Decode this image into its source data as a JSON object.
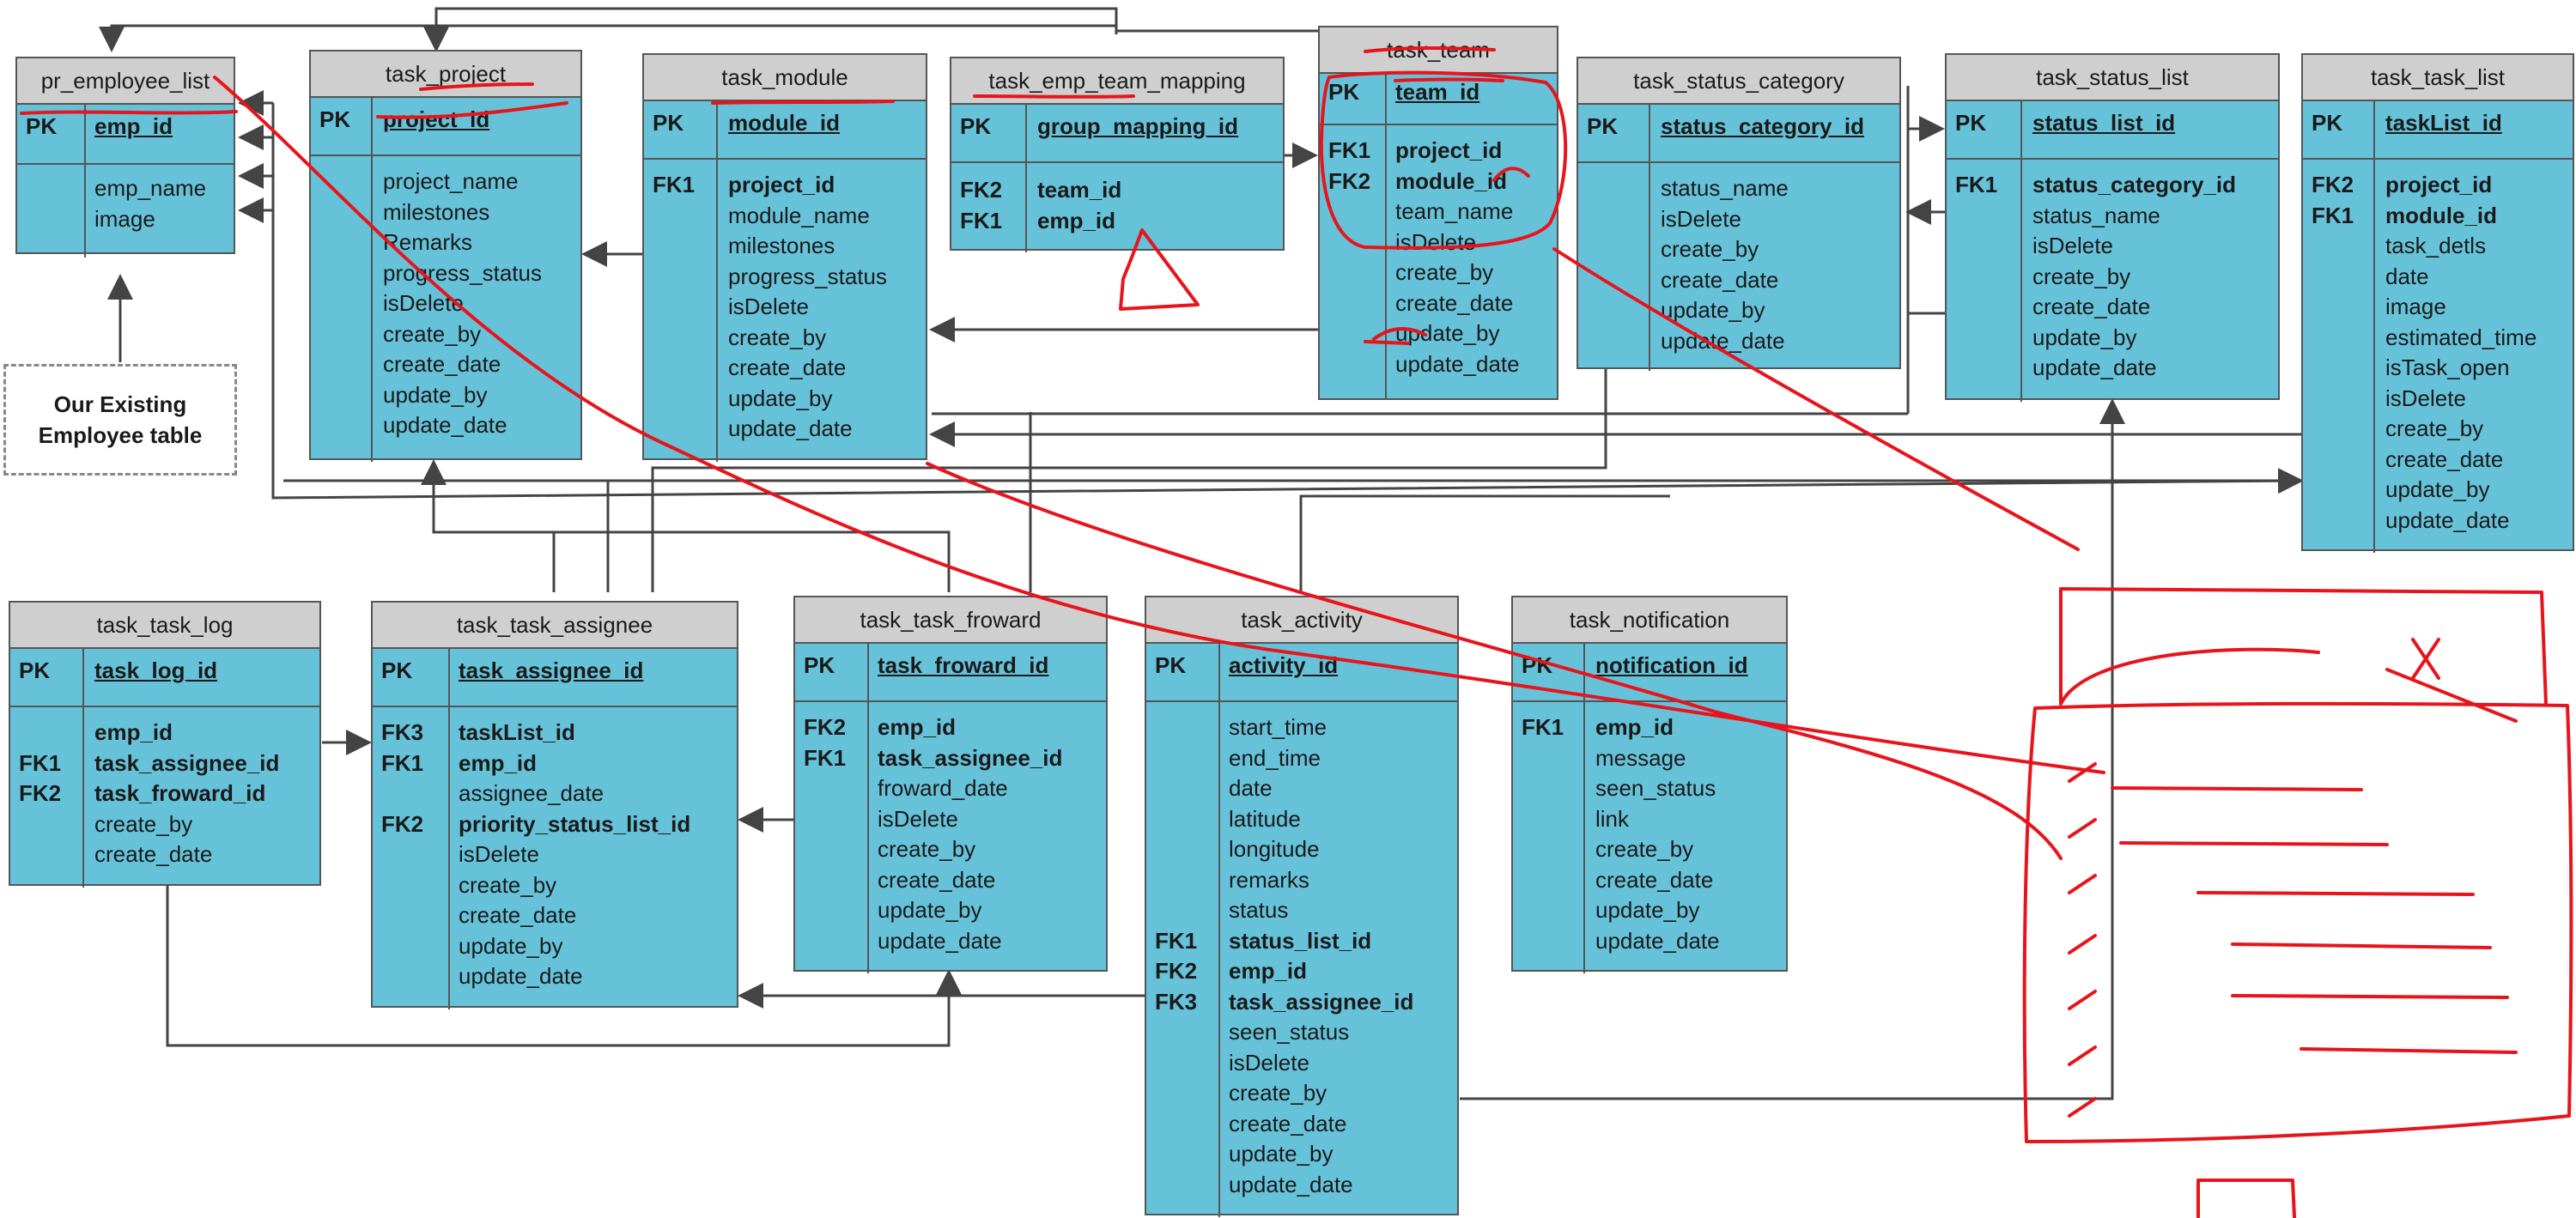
{
  "note": {
    "line1": "Our Existing",
    "line2": "Employee table"
  },
  "tables": {
    "pr_employee_list": {
      "title": "pr_employee_list",
      "pk": "PK",
      "pk_field": "emp_id",
      "fields": [
        "emp_name",
        "image"
      ]
    },
    "task_project": {
      "title": "task_project",
      "pk": "PK",
      "pk_field": "project_id",
      "fields": [
        "project_name",
        "milestones",
        "Remarks",
        "progress_status",
        "isDelete",
        "create_by",
        "create_date",
        "update_by",
        "update_date"
      ]
    },
    "task_module": {
      "title": "task_module",
      "pk": "PK",
      "pk_field": "module_id",
      "fk1_key": "FK1",
      "fk1_field": "project_id",
      "fields": [
        "module_name",
        "milestones",
        "progress_status",
        "isDelete",
        "create_by",
        "create_date",
        "update_by",
        "update_date"
      ]
    },
    "task_emp_team_mapping": {
      "title": "task_emp_team_mapping",
      "pk": "PK",
      "pk_field": "group_mapping_id",
      "fk2_key": "FK2",
      "fk2_field": "team_id",
      "fk1_key": "FK1",
      "fk1_field": "emp_id"
    },
    "task_team": {
      "title": "task_team",
      "pk": "PK",
      "pk_field": "team_id",
      "fk1_key": "FK1",
      "fk1_field": "project_id",
      "fk2_key": "FK2",
      "fk2_field": "module_id",
      "fields": [
        "team_name",
        "isDelete",
        "create_by",
        "create_date",
        "update_by",
        "update_date"
      ]
    },
    "task_status_category": {
      "title": "task_status_category",
      "pk": "PK",
      "pk_field": "status_category_id",
      "fields": [
        "status_name",
        "isDelete",
        "create_by",
        "create_date",
        "update_by",
        "update_date"
      ]
    },
    "task_status_list": {
      "title": "task_status_list",
      "pk": "PK",
      "pk_field": "status_list_id",
      "fk1_key": "FK1",
      "fk1_field": "status_category_id",
      "fields": [
        "status_name",
        "isDelete",
        "create_by",
        "create_date",
        "update_by",
        "update_date"
      ]
    },
    "task_task_list": {
      "title": "task_task_list",
      "pk": "PK",
      "pk_field": "taskList_id",
      "fk2_key": "FK2",
      "fk2_field": "project_id",
      "fk1_key": "FK1",
      "fk1_field": "module_id",
      "fields": [
        "task_detls",
        "date",
        "image",
        "estimated_time",
        "isTask_open",
        "isDelete",
        "create_by",
        "create_date",
        "update_by",
        "update_date"
      ]
    },
    "task_task_log": {
      "title": "task_task_log",
      "pk": "PK",
      "pk_field": "task_log_id",
      "fk0_field": "emp_id",
      "fk1_key": "FK1",
      "fk1_field": "task_assignee_id",
      "fk2_key": "FK2",
      "fk2_field": "task_froward_id",
      "fields": [
        "create_by",
        "create_date"
      ]
    },
    "task_task_assignee": {
      "title": "task_task_assignee",
      "pk": "PK",
      "pk_field": "task_assignee_id",
      "fk3_key": "FK3",
      "fk3_field": "taskList_id",
      "fk1_key": "FK1",
      "fk1_field": "emp_id",
      "mid_field": "assignee_date",
      "fk2_key": "FK2",
      "fk2_field": "priority_status_list_id",
      "fields": [
        "isDelete",
        "create_by",
        "create_date",
        "update_by",
        "update_date"
      ]
    },
    "task_task_froward": {
      "title": "task_task_froward",
      "pk": "PK",
      "pk_field": "task_froward_id",
      "fk2_key": "FK2",
      "fk2_field": "emp_id",
      "fk1_key": "FK1",
      "fk1_field": "task_assignee_id",
      "fields": [
        "froward_date",
        "isDelete",
        "create_by",
        "create_date",
        "update_by",
        "update_date"
      ]
    },
    "task_activity": {
      "title": "task_activity",
      "pk": "PK",
      "pk_field": "activity_id",
      "fields_a": [
        "start_time",
        "end_time",
        "date",
        "latitude",
        "longitude",
        "remarks",
        "status"
      ],
      "fk1_key": "FK1",
      "fk1_field": "status_list_id",
      "fk2_key": "FK2",
      "fk2_field": "emp_id",
      "fk3_key": "FK3",
      "fk3_field": "task_assignee_id",
      "fields_b": [
        "seen_status",
        "isDelete",
        "create_by",
        "create_date",
        "update_by",
        "update_date"
      ]
    },
    "task_notification": {
      "title": "task_notification",
      "pk": "PK",
      "pk_field": "notification_id",
      "fk1_key": "FK1",
      "fk1_field": "emp_id",
      "fields": [
        "message",
        "seen_status",
        "link",
        "create_by",
        "create_date",
        "update_by",
        "update_date"
      ]
    }
  },
  "colors": {
    "table_fill": "#66c2d9",
    "header_fill": "#cfcfcf",
    "line": "#444444",
    "annotation": "#e8141c"
  }
}
